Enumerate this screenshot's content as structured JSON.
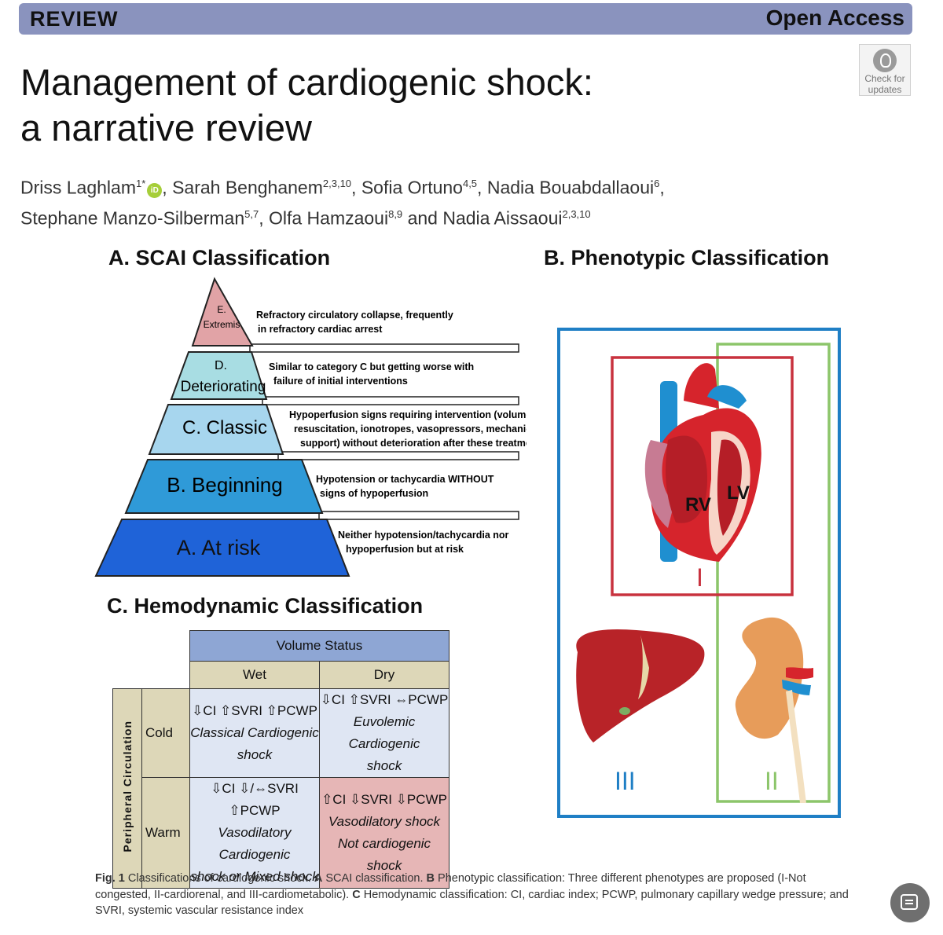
{
  "banner": {
    "left": "REVIEW",
    "right": "Open Access"
  },
  "check_updates": {
    "line1": "Check for",
    "line2": "updates"
  },
  "title": {
    "line1": "Management of cardiogenic shock:",
    "line2": "a narrative review"
  },
  "authors": [
    {
      "name": "Driss Laghlam",
      "sup": "1*"
    },
    {
      "name": "Sarah Benghanem",
      "sup": "2,3,10"
    },
    {
      "name": "Sofia Ortuno",
      "sup": "4,5"
    },
    {
      "name": "Nadia Bouabdallaoui",
      "sup": "6"
    },
    {
      "name": "Stephane Manzo-Silberman",
      "sup": "5,7"
    },
    {
      "name": "Olfa Hamzaoui",
      "sup": "8,9"
    },
    {
      "name": "Nadia Aissaoui",
      "sup": "2,3,10"
    }
  ],
  "authors_and": "and",
  "orcid_label": "iD",
  "panelA": {
    "title": "A. SCAI Classification",
    "levels": [
      {
        "label1": "E.",
        "label2": "Extremis",
        "desc1": "Refractory circulatory collapse, frequently",
        "desc2": "in refractory cardiac arrest",
        "desc3": "",
        "color": "#e1a3a6"
      },
      {
        "label1": "D.",
        "label2": "Deteriorating",
        "desc1": "Similar to category C but getting worse with",
        "desc2": "failure of  initial interventions",
        "desc3": "",
        "color": "#a8dde3"
      },
      {
        "label1": "C. Classic",
        "label2": "",
        "desc1": "Hypoperfusion signs requiring intervention (volume",
        "desc2": "resuscitation, ionotropes, vasopressors, mechanical",
        "desc3": "support) without deterioration after these treatments",
        "color": "#a7d6ee"
      },
      {
        "label1": "B. Beginning",
        "label2": "",
        "desc1": "Hypotension or tachycardia WITHOUT",
        "desc2": "signs of hypoperfusion",
        "desc3": "",
        "color": "#2f9ad8"
      },
      {
        "label1": "A. At risk",
        "label2": "",
        "desc1": "Neither hypotension/tachycardia nor",
        "desc2": "hypoperfusion but at risk",
        "desc3": "",
        "color": "#1f63d8"
      }
    ]
  },
  "panelB": {
    "title": "B. Phenotypic Classification",
    "rv": "RV",
    "lv": "LV",
    "num1": "I",
    "num2": "II",
    "num3": "III",
    "colors": {
      "outer": "#1f7fc5",
      "green": "#8cc56a",
      "red": "#c8323e"
    }
  },
  "panelC": {
    "title": "C. Hemodynamic Classification",
    "volume_status": "Volume Status",
    "wet": "Wet",
    "dry": "Dry",
    "peripheral": "Peripheral Circulation",
    "cold": "Cold",
    "warm": "Warm",
    "cells": {
      "cold_wet": {
        "ind": "⇩CI ⇧SVRI ⇧PCWP",
        "l1": "Classical Cardiogenic",
        "l2": "shock"
      },
      "cold_dry": {
        "ind": "⇩CI ⇧SVRI ⇔PCWP",
        "l1": "Euvolemic Cardiogenic",
        "l2": "shock"
      },
      "warm_wet": {
        "ind": "⇩CI ⇩/⇔SVRI ⇧PCWP",
        "l1": "Vasodilatory Cardiogenic",
        "l2": "shock or Mixed shock"
      },
      "warm_dry": {
        "ind": "⇧CI ⇩SVRI ⇩PCWP",
        "l1": "Vasodilatory shock",
        "l2": "Not cardiogenic shock"
      }
    }
  },
  "caption": {
    "fig": "Fig. 1",
    "t1": "Classifications of cardiogenic shock.",
    "a": "A",
    "t2": "SCAI classification.",
    "b": "B",
    "t3": "Phenotypic classification: Three different phenotypes are proposed (I-Not congested, II-cardiorenal, and III-cardiometabolic).",
    "c": "C",
    "t4": "Hemodynamic classification: CI, cardiac index; PCWP, pulmonary capillary wedge pressure; and SVRI, systemic vascular resistance index"
  }
}
